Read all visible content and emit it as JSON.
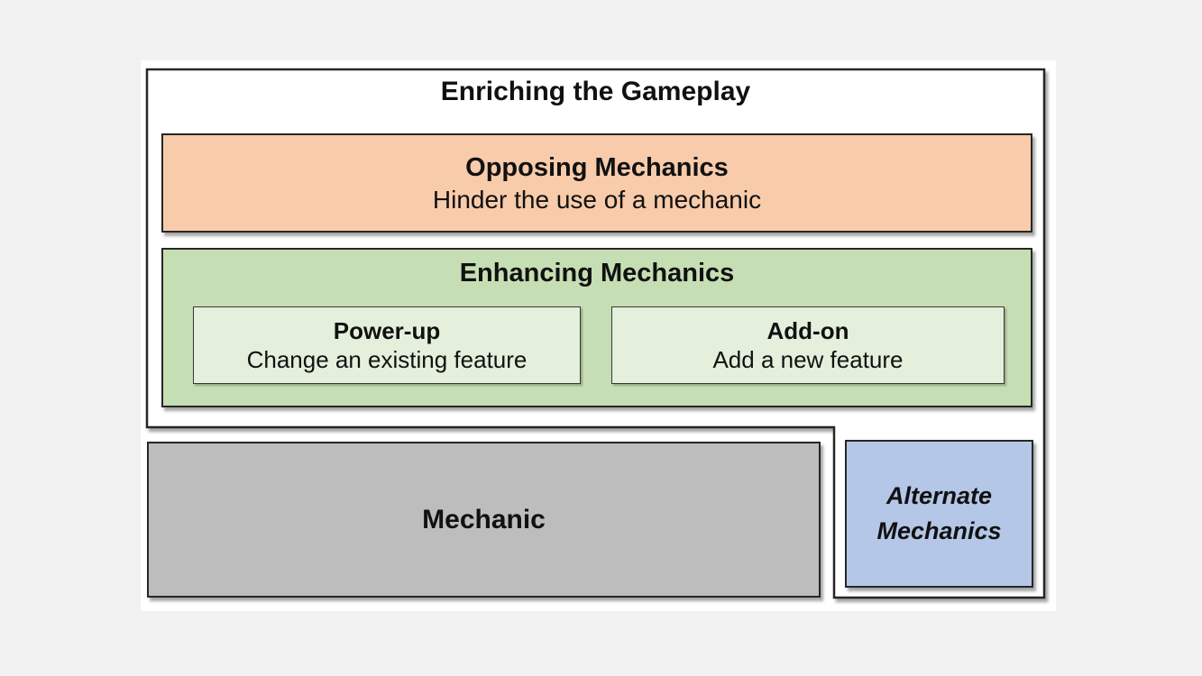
{
  "page": {
    "background": "#f1f2f1",
    "slide_background": "#ffffff"
  },
  "diagram": {
    "title": "Enriching the Gameplay",
    "colors": {
      "outline": "#262626",
      "text": "#111111",
      "opposing_fill": "#f8cbaa",
      "enhancing_fill": "#c6deb3",
      "sub_box_fill": "#e4efdc",
      "mechanic_fill": "#bdbdbd",
      "alternate_fill": "#b4c7e7"
    },
    "boxes": {
      "opposing": {
        "title": "Opposing Mechanics",
        "subtitle": "Hinder the use of a mechanic"
      },
      "enhancing": {
        "title": "Enhancing Mechanics",
        "children": [
          {
            "title": "Power-up",
            "subtitle": "Change an existing feature"
          },
          {
            "title": "Add-on",
            "subtitle": "Add a new feature"
          }
        ]
      },
      "mechanic": {
        "title": "Mechanic"
      },
      "alternate": {
        "line1": "Alternate",
        "line2": "Mechanics"
      }
    }
  }
}
